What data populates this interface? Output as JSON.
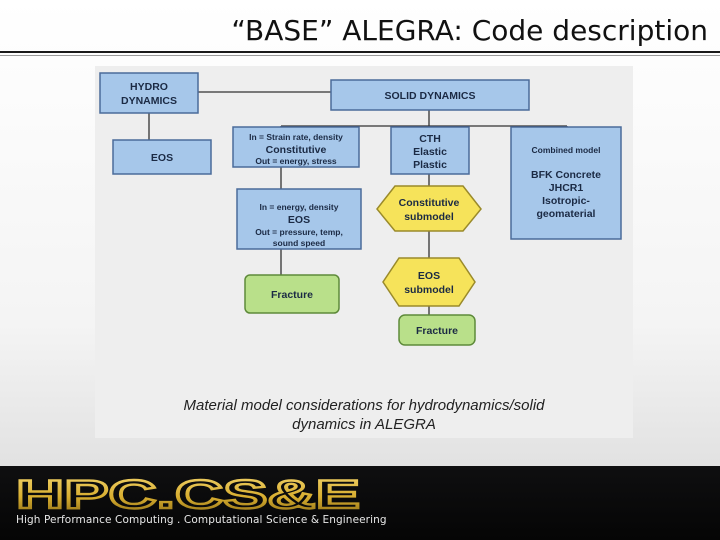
{
  "title": "“BASE” ALEGRA: Code description",
  "diagram": {
    "hydro_dynamics": [
      "HYDRO",
      "DYNAMICS"
    ],
    "solid_dynamics": "SOLID DYNAMICS",
    "eos_box": "EOS",
    "constitutive_box": {
      "in": "In = Strain rate, density",
      "name": "Constitutive",
      "out": "Out = energy, stress"
    },
    "eos_detail_box": {
      "in": "In = energy, density",
      "name": "EOS",
      "out1": "Out = pressure, temp,",
      "out2": "sound speed"
    },
    "fracture_left": "Fracture",
    "cth_box": [
      "CTH",
      "Elastic",
      "Plastic"
    ],
    "constitutive_submodel": [
      "Constitutive",
      "submodel"
    ],
    "eos_submodel": [
      "EOS",
      "submodel"
    ],
    "fracture_center": "Fracture",
    "combined_box": {
      "heading": "Combined model",
      "lines": [
        "BFK Concrete",
        "JHCR1",
        "Isotropic-",
        "geomaterial"
      ]
    },
    "caption": [
      "Material model considerations for hydrodynamics/solid",
      "dynamics in ALEGRA"
    ]
  },
  "footer": {
    "logo_text": "HPC.CS&E",
    "subtitle": "High Performance Computing . Computational Science & Engineering"
  },
  "colors": {
    "blue_box": "#a6c7ea",
    "blue_border": "#4a6b9a",
    "green_box": "#b9e08a",
    "green_border": "#5e8a3a",
    "yellow_hex": "#f6e35a",
    "yellow_border": "#9a8a2a",
    "logo_gold": "#d7ad2f"
  }
}
